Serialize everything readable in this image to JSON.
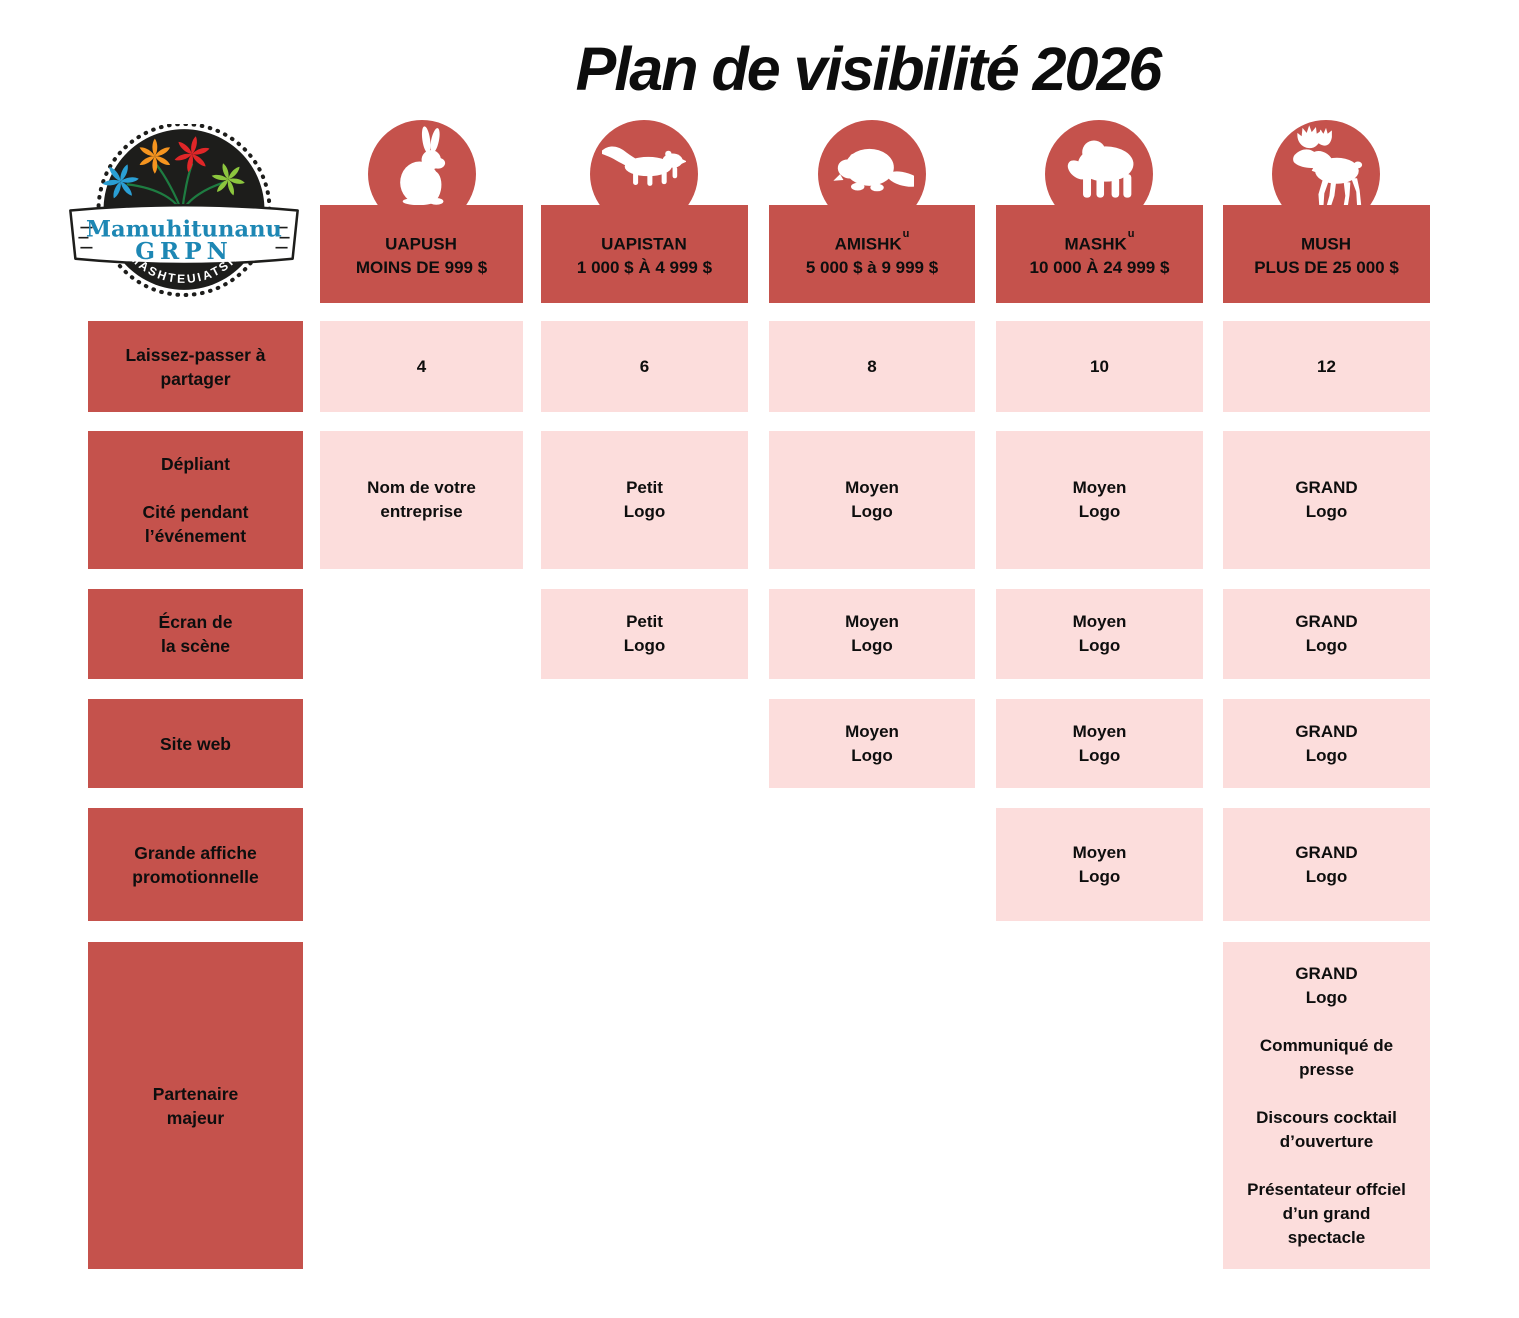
{
  "title": "Plan de visibilité 2026",
  "logo": {
    "name_line1": "Mamuhitunanu",
    "name_line2": "GRPN",
    "arc_text": "MASHTEUIATSH"
  },
  "palette": {
    "red": "#c5524c",
    "pink": "#fcdddc",
    "text": "#101010",
    "logo_teal": "#1d87b4",
    "flower_blue": "#2a9fd4",
    "flower_orange": "#f5941f",
    "flower_red": "#e02628",
    "flower_green": "#8cc63e"
  },
  "columns": [
    {
      "animal": "rabbit",
      "name": "UAPUSH",
      "sup": "",
      "range": "MOINS DE 999 $"
    },
    {
      "animal": "weasel",
      "name": "UAPISTAN",
      "sup": "",
      "range": "1 000 $ À 4 999 $"
    },
    {
      "animal": "beaver",
      "name": "AMISHK",
      "sup": "u",
      "range": "5 000 $ à 9 999 $"
    },
    {
      "animal": "bear",
      "name": "MASHK",
      "sup": "u",
      "range": "10 000 À 24 999 $"
    },
    {
      "animal": "moose",
      "name": "MUSH",
      "sup": "",
      "range": "PLUS DE 25 000 $"
    }
  ],
  "rows": [
    {
      "label": "Laissez-passer à\npartager",
      "cells": [
        "4",
        "6",
        "8",
        "10",
        "12"
      ]
    },
    {
      "label": "Dépliant\n\nCité pendant\nl’événement",
      "cells": [
        "Nom de votre\nentreprise",
        "Petit\nLogo",
        "Moyen\nLogo",
        "Moyen\nLogo",
        "GRAND\nLogo"
      ]
    },
    {
      "label": "Écran de\nla scène",
      "cells": [
        null,
        "Petit\nLogo",
        "Moyen\nLogo",
        "Moyen\nLogo",
        "GRAND\nLogo"
      ]
    },
    {
      "label": "Site web",
      "cells": [
        null,
        null,
        "Moyen\nLogo",
        "Moyen\nLogo",
        "GRAND\nLogo"
      ]
    },
    {
      "label": "Grande affiche\npromotionnelle",
      "cells": [
        null,
        null,
        null,
        "Moyen\nLogo",
        "GRAND\nLogo"
      ]
    },
    {
      "label": "Partenaire\nmajeur",
      "cells": [
        null,
        null,
        null,
        null,
        "GRAND\nLogo\n\nCommuniqué de\npresse\n\nDiscours cocktail\nd’ouverture\n\nPrésentateur offciel\nd’un grand\nspectacle"
      ]
    }
  ]
}
